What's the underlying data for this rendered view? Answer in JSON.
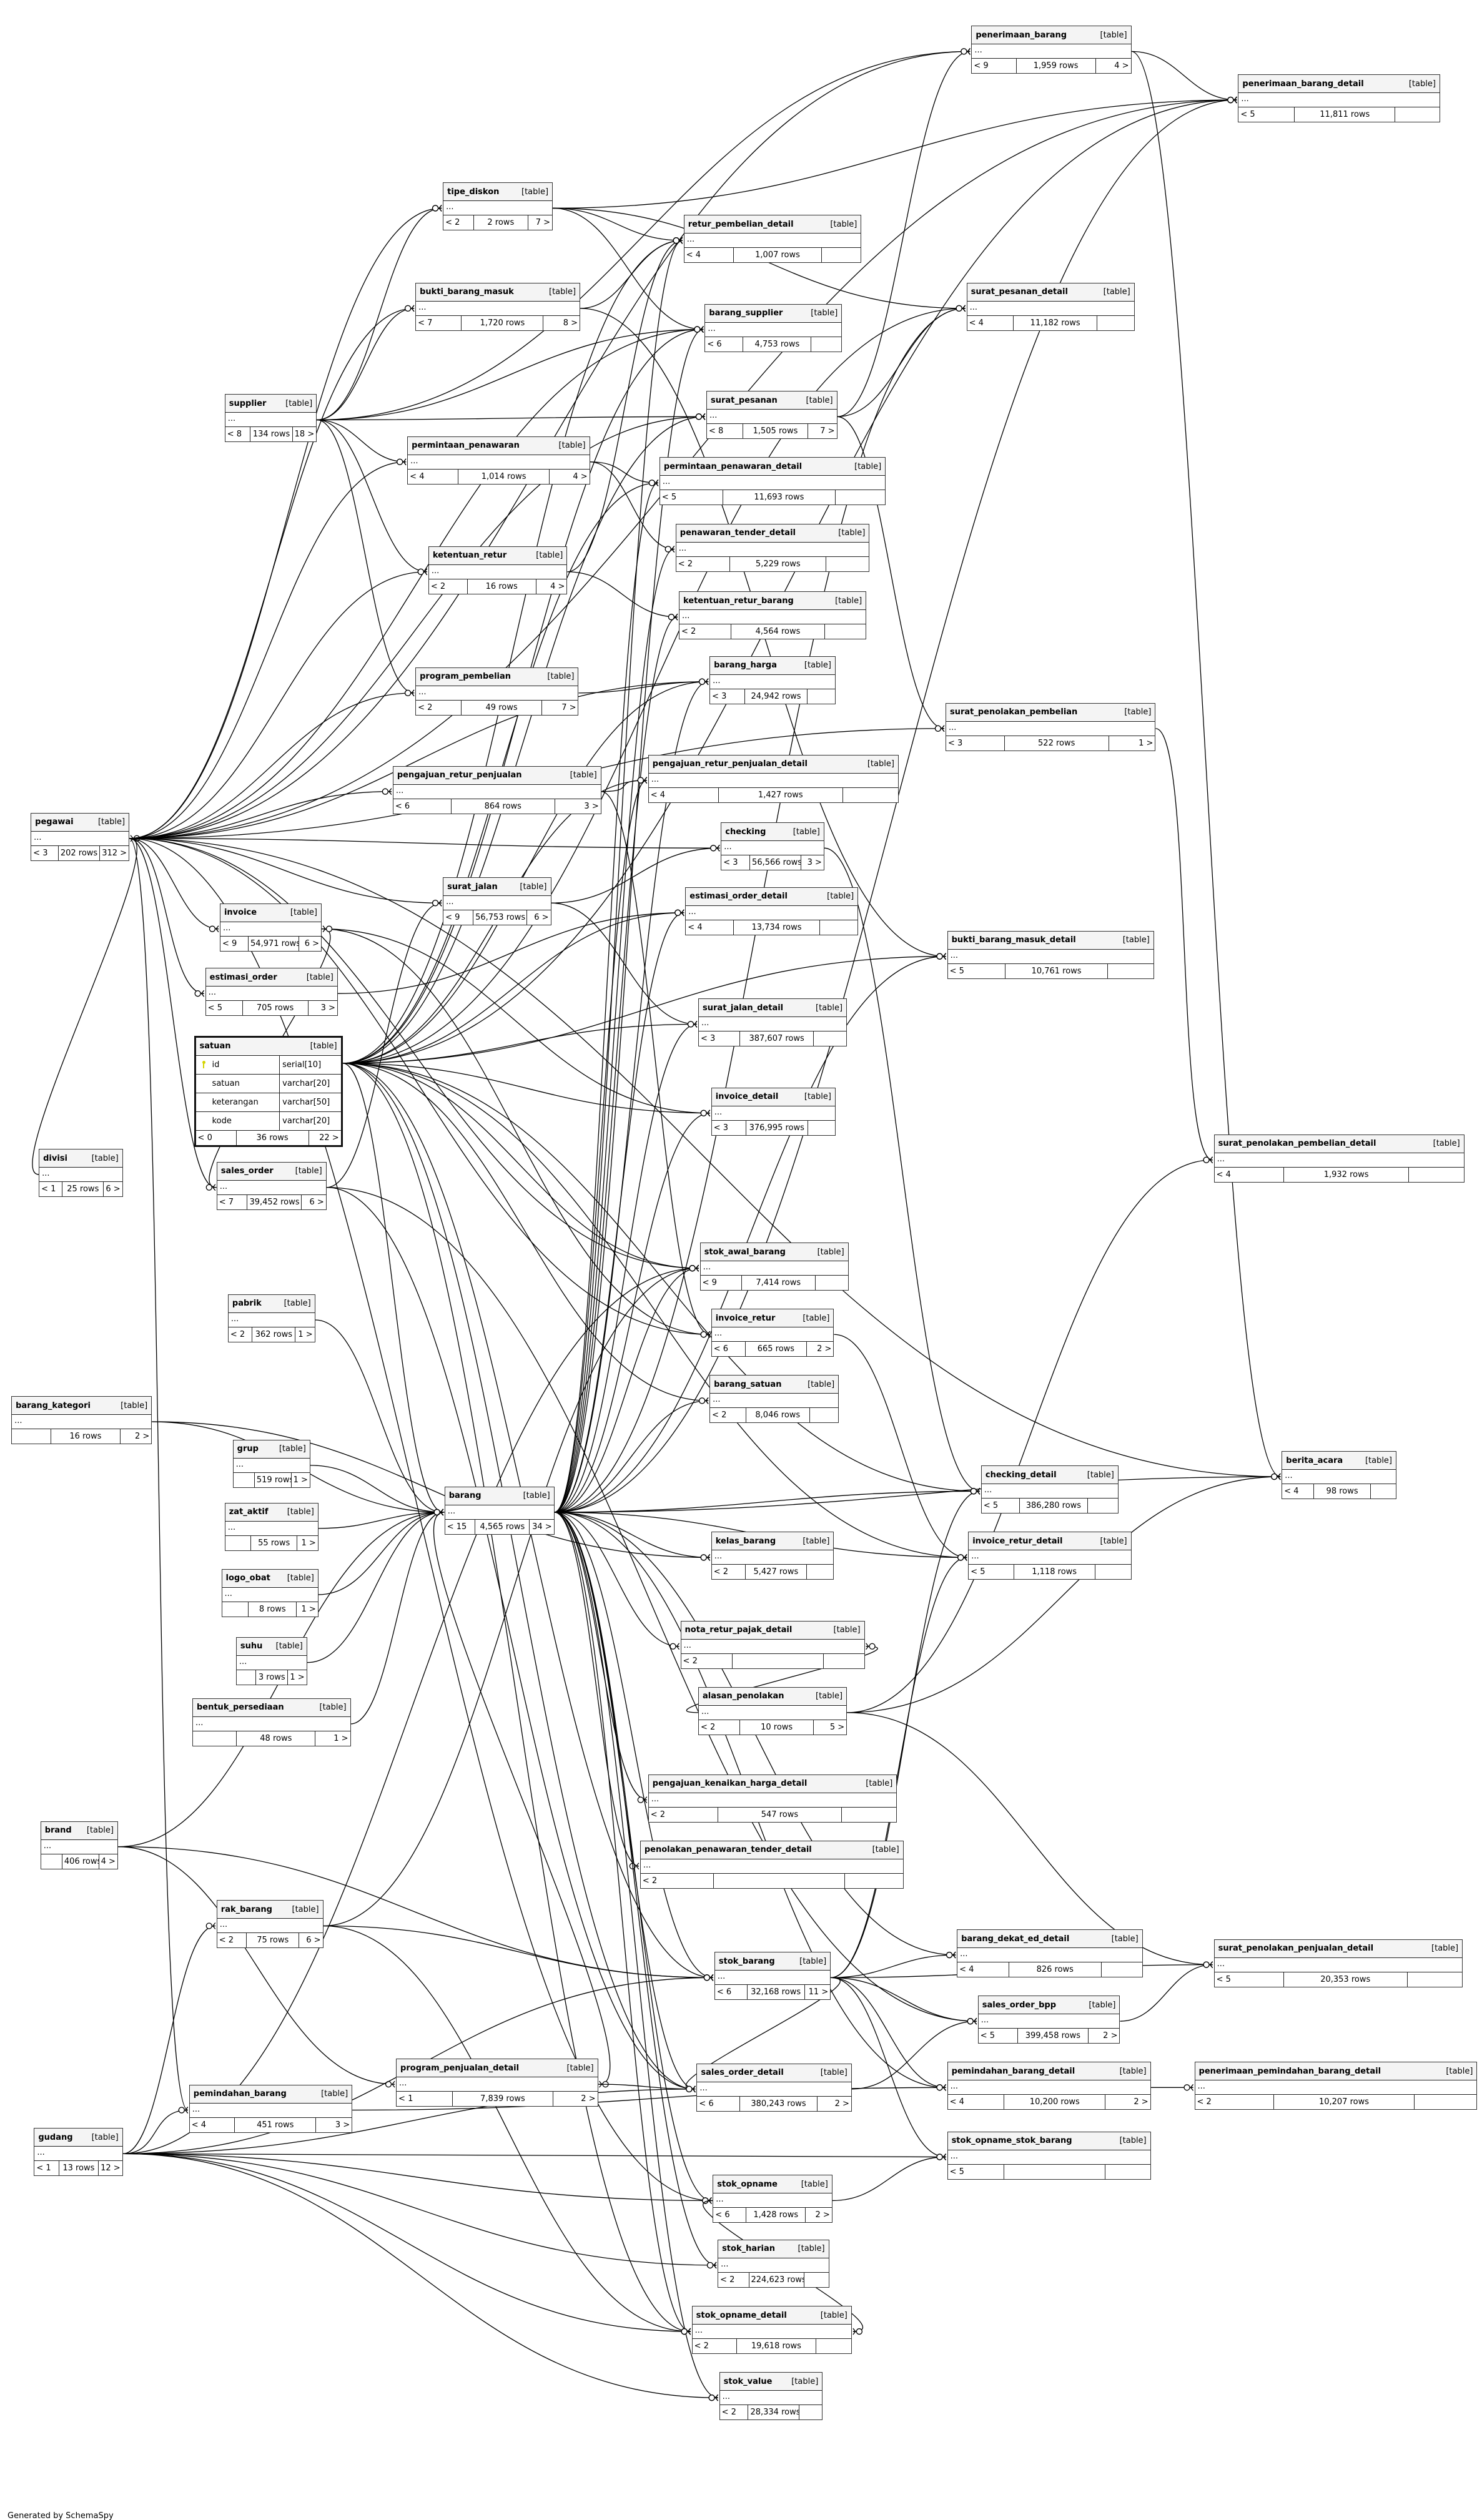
{
  "table_kind": "[table]",
  "ellipsis": "...",
  "tables": [
    {
      "name": "penerimaan_barang",
      "prev": "< 9",
      "rows": "1,959 rows",
      "next": "4 >"
    },
    {
      "name": "penerimaan_barang_detail",
      "prev": "< 5",
      "rows": "11,811 rows",
      "next": ""
    },
    {
      "name": "tipe_diskon",
      "prev": "< 2",
      "rows": "2 rows",
      "next": "7 >"
    },
    {
      "name": "retur_pembelian_detail",
      "prev": "< 4",
      "rows": "1,007 rows",
      "next": ""
    },
    {
      "name": "surat_pesanan_detail",
      "prev": "< 4",
      "rows": "11,182 rows",
      "next": ""
    },
    {
      "name": "bukti_barang_masuk",
      "prev": "< 7",
      "rows": "1,720 rows",
      "next": "8 >"
    },
    {
      "name": "barang_supplier",
      "prev": "< 6",
      "rows": "4,753 rows",
      "next": ""
    },
    {
      "name": "supplier",
      "prev": "< 8",
      "rows": "134 rows",
      "next": "18 >"
    },
    {
      "name": "surat_pesanan",
      "prev": "< 8",
      "rows": "1,505 rows",
      "next": "7 >"
    },
    {
      "name": "permintaan_penawaran",
      "prev": "< 4",
      "rows": "1,014 rows",
      "next": "4 >"
    },
    {
      "name": "permintaan_penawaran_detail",
      "prev": "< 5",
      "rows": "11,693 rows",
      "next": ""
    },
    {
      "name": "ketentuan_retur",
      "prev": "< 2",
      "rows": "16 rows",
      "next": "4 >"
    },
    {
      "name": "penawaran_tender_detail",
      "prev": "< 2",
      "rows": "5,229 rows",
      "next": ""
    },
    {
      "name": "ketentuan_retur_barang",
      "prev": "< 2",
      "rows": "4,564 rows",
      "next": ""
    },
    {
      "name": "program_pembelian",
      "prev": "< 2",
      "rows": "49 rows",
      "next": "7 >"
    },
    {
      "name": "barang_harga",
      "prev": "< 3",
      "rows": "24,942 rows",
      "next": ""
    },
    {
      "name": "surat_penolakan_pembelian",
      "prev": "< 3",
      "rows": "522 rows",
      "next": "1 >"
    },
    {
      "name": "pengajuan_retur_penjualan",
      "prev": "< 6",
      "rows": "864 rows",
      "next": "3 >"
    },
    {
      "name": "pengajuan_retur_penjualan_detail",
      "prev": "< 4",
      "rows": "1,427 rows",
      "next": ""
    },
    {
      "name": "pegawai",
      "prev": "< 3",
      "rows": "202 rows",
      "next": "312 >"
    },
    {
      "name": "checking",
      "prev": "< 3",
      "rows": "56,566 rows",
      "next": "3 >"
    },
    {
      "name": "surat_jalan",
      "prev": "< 9",
      "rows": "56,753 rows",
      "next": "6 >"
    },
    {
      "name": "estimasi_order_detail",
      "prev": "< 4",
      "rows": "13,734 rows",
      "next": ""
    },
    {
      "name": "invoice",
      "prev": "< 9",
      "rows": "54,971 rows",
      "next": "6 >"
    },
    {
      "name": "bukti_barang_masuk_detail",
      "prev": "< 5",
      "rows": "10,761 rows",
      "next": ""
    },
    {
      "name": "estimasi_order",
      "prev": "< 5",
      "rows": "705 rows",
      "next": "3 >"
    },
    {
      "name": "surat_jalan_detail",
      "prev": "< 3",
      "rows": "387,607 rows",
      "next": ""
    },
    {
      "name": "invoice_detail",
      "prev": "< 3",
      "rows": "376,995 rows",
      "next": ""
    },
    {
      "name": "surat_penolakan_pembelian_detail",
      "prev": "< 4",
      "rows": "1,932 rows",
      "next": ""
    },
    {
      "name": "divisi",
      "prev": "< 1",
      "rows": "25 rows",
      "next": "6 >"
    },
    {
      "name": "sales_order",
      "prev": "< 7",
      "rows": "39,452 rows",
      "next": "6 >"
    },
    {
      "name": "stok_awal_barang",
      "prev": "< 9",
      "rows": "7,414 rows",
      "next": ""
    },
    {
      "name": "pabrik",
      "prev": "< 2",
      "rows": "362 rows",
      "next": "1 >"
    },
    {
      "name": "invoice_retur",
      "prev": "< 6",
      "rows": "665 rows",
      "next": "2 >"
    },
    {
      "name": "barang_satuan",
      "prev": "< 2",
      "rows": "8,046 rows",
      "next": ""
    },
    {
      "name": "barang_kategori",
      "prev": "",
      "rows": "16 rows",
      "next": "2 >"
    },
    {
      "name": "grup",
      "prev": "",
      "rows": "519 rows",
      "next": "1 >"
    },
    {
      "name": "berita_acara",
      "prev": "< 4",
      "rows": "98 rows",
      "next": ""
    },
    {
      "name": "checking_detail",
      "prev": "< 5",
      "rows": "386,280 rows",
      "next": ""
    },
    {
      "name": "barang",
      "prev": "< 15",
      "rows": "4,565 rows",
      "next": "34 >"
    },
    {
      "name": "zat_aktif",
      "prev": "",
      "rows": "55 rows",
      "next": "1 >"
    },
    {
      "name": "kelas_barang",
      "prev": "< 2",
      "rows": "5,427 rows",
      "next": ""
    },
    {
      "name": "invoice_retur_detail",
      "prev": "< 5",
      "rows": "1,118 rows",
      "next": ""
    },
    {
      "name": "logo_obat",
      "prev": "",
      "rows": "8 rows",
      "next": "1 >"
    },
    {
      "name": "nota_retur_pajak_detail",
      "prev": "< 2",
      "rows": "",
      "next": ""
    },
    {
      "name": "suhu",
      "prev": "",
      "rows": "3 rows",
      "next": "1 >"
    },
    {
      "name": "bentuk_persediaan",
      "prev": "",
      "rows": "48 rows",
      "next": "1 >"
    },
    {
      "name": "alasan_penolakan",
      "prev": "< 2",
      "rows": "10 rows",
      "next": "5 >"
    },
    {
      "name": "pengajuan_kenaikan_harga_detail",
      "prev": "< 2",
      "rows": "547 rows",
      "next": ""
    },
    {
      "name": "brand",
      "prev": "",
      "rows": "406 rows",
      "next": "4 >"
    },
    {
      "name": "penolakan_penawaran_tender_detail",
      "prev": "< 2",
      "rows": "",
      "next": ""
    },
    {
      "name": "rak_barang",
      "prev": "< 2",
      "rows": "75 rows",
      "next": "6 >"
    },
    {
      "name": "barang_dekat_ed_detail",
      "prev": "< 4",
      "rows": "826 rows",
      "next": ""
    },
    {
      "name": "surat_penolakan_penjualan_detail",
      "prev": "< 5",
      "rows": "20,353 rows",
      "next": ""
    },
    {
      "name": "stok_barang",
      "prev": "< 6",
      "rows": "32,168 rows",
      "next": "11 >"
    },
    {
      "name": "sales_order_bpp",
      "prev": "< 5",
      "rows": "399,458 rows",
      "next": "2 >"
    },
    {
      "name": "program_penjualan_detail",
      "prev": "< 1",
      "rows": "7,839 rows",
      "next": "2 >"
    },
    {
      "name": "sales_order_detail",
      "prev": "< 6",
      "rows": "380,243 rows",
      "next": "2 >"
    },
    {
      "name": "pemindahan_barang_detail",
      "prev": "< 4",
      "rows": "10,200 rows",
      "next": "2 >"
    },
    {
      "name": "penerimaan_pemindahan_barang_detail",
      "prev": "< 2",
      "rows": "10,207 rows",
      "next": ""
    },
    {
      "name": "pemindahan_barang",
      "prev": "< 4",
      "rows": "451 rows",
      "next": "3 >"
    },
    {
      "name": "gudang",
      "prev": "< 1",
      "rows": "13 rows",
      "next": "12 >"
    },
    {
      "name": "stok_opname_stok_barang",
      "prev": "< 5",
      "rows": "",
      "next": ""
    },
    {
      "name": "stok_opname",
      "prev": "< 6",
      "rows": "1,428 rows",
      "next": "2 >"
    },
    {
      "name": "stok_harian",
      "prev": "< 2",
      "rows": "224,623 rows",
      "next": ""
    },
    {
      "name": "stok_opname_detail",
      "prev": "< 2",
      "rows": "19,618 rows",
      "next": ""
    },
    {
      "name": "stok_value",
      "prev": "< 2",
      "rows": "28,334 rows",
      "next": ""
    }
  ],
  "focus_table": {
    "name": "satuan",
    "columns": [
      {
        "name": "id",
        "type": "serial[10]",
        "primary_key": true
      },
      {
        "name": "satuan",
        "type": "varchar[20]",
        "primary_key": false
      },
      {
        "name": "keterangan",
        "type": "varchar[50]",
        "primary_key": false
      },
      {
        "name": "kode",
        "type": "varchar[20]",
        "primary_key": false
      }
    ],
    "prev": "< 0",
    "rows": "36 rows",
    "next": "22 >"
  },
  "relationships": [
    [
      "divisi",
      "pegawai"
    ],
    [
      "pegawai",
      "penerimaan_barang"
    ],
    [
      "pegawai",
      "penerimaan_barang_detail"
    ],
    [
      "pegawai",
      "bukti_barang_masuk"
    ],
    [
      "pegawai",
      "surat_pesanan"
    ],
    [
      "pegawai",
      "permintaan_penawaran"
    ],
    [
      "pegawai",
      "ketentuan_retur"
    ],
    [
      "pegawai",
      "program_pembelian"
    ],
    [
      "pegawai",
      "pengajuan_retur_penjualan"
    ],
    [
      "pegawai",
      "surat_jalan"
    ],
    [
      "pegawai",
      "invoice"
    ],
    [
      "pegawai",
      "estimasi_order"
    ],
    [
      "pegawai",
      "sales_order"
    ],
    [
      "pegawai",
      "stok_awal_barang"
    ],
    [
      "pegawai",
      "invoice_retur"
    ],
    [
      "pegawai",
      "checking"
    ],
    [
      "pegawai",
      "surat_penolakan_pembelian"
    ],
    [
      "pegawai",
      "pemindahan_barang"
    ],
    [
      "pegawai",
      "stok_opname"
    ],
    [
      "pegawai",
      "barang_harga"
    ],
    [
      "pegawai",
      "tipe_diskon"
    ],
    [
      "pegawai",
      "barang_supplier"
    ],
    [
      "pegawai",
      "berita_acara"
    ],
    [
      "supplier",
      "penerimaan_barang"
    ],
    [
      "supplier",
      "bukti_barang_masuk"
    ],
    [
      "supplier",
      "permintaan_penawaran"
    ],
    [
      "supplier",
      "surat_pesanan"
    ],
    [
      "supplier",
      "barang_supplier"
    ],
    [
      "supplier",
      "ketentuan_retur"
    ],
    [
      "supplier",
      "program_pembelian"
    ],
    [
      "supplier",
      "tipe_diskon"
    ],
    [
      "tipe_diskon",
      "retur_pembelian_detail"
    ],
    [
      "tipe_diskon",
      "barang_supplier"
    ],
    [
      "tipe_diskon",
      "penerimaan_barang_detail"
    ],
    [
      "tipe_diskon",
      "surat_pesanan_detail"
    ],
    [
      "bukti_barang_masuk",
      "bukti_barang_masuk_detail"
    ],
    [
      "bukti_barang_masuk",
      "retur_pembelian_detail"
    ],
    [
      "surat_pesanan",
      "surat_pesanan_detail"
    ],
    [
      "surat_pesanan",
      "penerimaan_barang"
    ],
    [
      "surat_pesanan",
      "surat_penolakan_pembelian"
    ],
    [
      "penerimaan_barang",
      "penerimaan_barang_detail"
    ],
    [
      "penerimaan_barang",
      "berita_acara"
    ],
    [
      "permintaan_penawaran",
      "permintaan_penawaran_detail"
    ],
    [
      "permintaan_penawaran",
      "penawaran_tender_detail"
    ],
    [
      "ketentuan_retur",
      "ketentuan_retur_barang"
    ],
    [
      "ketentuan_retur",
      "retur_pembelian_detail"
    ],
    [
      "program_pembelian",
      "barang_harga"
    ],
    [
      "pengajuan_retur_penjualan",
      "pengajuan_retur_penjualan_detail"
    ],
    [
      "pengajuan_retur_penjualan",
      "invoice_retur"
    ],
    [
      "surat_penolakan_pembelian",
      "surat_penolakan_pembelian_detail"
    ],
    [
      "checking",
      "checking_detail"
    ],
    [
      "surat_jalan",
      "surat_jalan_detail"
    ],
    [
      "surat_jalan",
      "checking"
    ],
    [
      "invoice",
      "invoice_detail"
    ],
    [
      "invoice",
      "invoice_retur"
    ],
    [
      "estimasi_order",
      "estimasi_order_detail"
    ],
    [
      "sales_order",
      "sales_order_detail"
    ],
    [
      "sales_order",
      "surat_jalan"
    ],
    [
      "sales_order",
      "invoice"
    ],
    [
      "sales_order",
      "sales_order_bpp"
    ],
    [
      "invoice_retur",
      "invoice_retur_detail"
    ],
    [
      "alasan_penolakan",
      "surat_penolakan_pembelian_detail"
    ],
    [
      "alasan_penolakan",
      "surat_penolakan_penjualan_detail"
    ],
    [
      "alasan_penolakan",
      "berita_acara"
    ],
    [
      "alasan_penolakan",
      "nota_retur_pajak_detail"
    ],
    [
      "satuan",
      "barang"
    ],
    [
      "satuan",
      "barang_satuan"
    ],
    [
      "satuan",
      "penerimaan_barang_detail"
    ],
    [
      "satuan",
      "surat_pesanan_detail"
    ],
    [
      "satuan",
      "permintaan_penawaran_detail"
    ],
    [
      "satuan",
      "retur_pembelian_detail"
    ],
    [
      "satuan",
      "pengajuan_retur_penjualan_detail"
    ],
    [
      "satuan",
      "estimasi_order_detail"
    ],
    [
      "satuan",
      "surat_jalan_detail"
    ],
    [
      "satuan",
      "invoice_detail"
    ],
    [
      "satuan",
      "stok_awal_barang"
    ],
    [
      "satuan",
      "invoice_retur_detail"
    ],
    [
      "satuan",
      "checking_detail"
    ],
    [
      "satuan",
      "sales_order_detail"
    ],
    [
      "satuan",
      "bukti_barang_masuk_detail"
    ],
    [
      "satuan",
      "barang_harga"
    ],
    [
      "satuan",
      "barang_supplier"
    ],
    [
      "satuan",
      "surat_pesanan"
    ],
    [
      "satuan",
      "stok_barang"
    ],
    [
      "satuan",
      "stok_opname_detail"
    ],
    [
      "pabrik",
      "barang"
    ],
    [
      "barang_kategori",
      "barang"
    ],
    [
      "barang_kategori",
      "kelas_barang"
    ],
    [
      "grup",
      "barang"
    ],
    [
      "zat_aktif",
      "barang"
    ],
    [
      "logo_obat",
      "barang"
    ],
    [
      "suhu",
      "barang"
    ],
    [
      "bentuk_persediaan",
      "barang"
    ],
    [
      "brand",
      "barang"
    ],
    [
      "brand",
      "program_penjualan_detail"
    ],
    [
      "brand",
      "stok_barang"
    ],
    [
      "rak_barang",
      "stok_barang"
    ],
    [
      "rak_barang",
      "stok_awal_barang"
    ],
    [
      "rak_barang",
      "stok_opname_detail"
    ],
    [
      "barang",
      "barang_supplier"
    ],
    [
      "barang",
      "barang_harga"
    ],
    [
      "barang",
      "barang_satuan"
    ],
    [
      "barang",
      "kelas_barang"
    ],
    [
      "barang",
      "stok_barang"
    ],
    [
      "barang",
      "sales_order_detail"
    ],
    [
      "barang",
      "stok_awal_barang"
    ],
    [
      "barang",
      "invoice_detail"
    ],
    [
      "barang",
      "surat_jalan_detail"
    ],
    [
      "barang",
      "checking_detail"
    ],
    [
      "barang",
      "invoice_retur_detail"
    ],
    [
      "barang",
      "nota_retur_pajak_detail"
    ],
    [
      "barang",
      "pengajuan_kenaikan_harga_detail"
    ],
    [
      "barang",
      "penolakan_penawaran_tender_detail"
    ],
    [
      "barang",
      "stok_opname"
    ],
    [
      "barang",
      "stok_harian"
    ],
    [
      "barang",
      "stok_opname_detail"
    ],
    [
      "barang",
      "stok_value"
    ],
    [
      "barang",
      "program_penjualan_detail"
    ],
    [
      "barang",
      "pemindahan_barang_detail"
    ],
    [
      "barang",
      "barang_dekat_ed_detail"
    ],
    [
      "barang",
      "berita_acara"
    ],
    [
      "barang",
      "penerimaan_barang_detail"
    ],
    [
      "barang",
      "bukti_barang_masuk_detail"
    ],
    [
      "barang",
      "surat_pesanan_detail"
    ],
    [
      "barang",
      "permintaan_penawaran_detail"
    ],
    [
      "barang",
      "ketentuan_retur_barang"
    ],
    [
      "barang",
      "penawaran_tender_detail"
    ],
    [
      "barang",
      "retur_pembelian_detail"
    ],
    [
      "barang",
      "estimasi_order_detail"
    ],
    [
      "barang",
      "pengajuan_retur_penjualan_detail"
    ],
    [
      "stok_barang",
      "sales_order_bpp"
    ],
    [
      "stok_barang",
      "barang_dekat_ed_detail"
    ],
    [
      "stok_barang",
      "pemindahan_barang_detail"
    ],
    [
      "stok_barang",
      "stok_opname_stok_barang"
    ],
    [
      "stok_barang",
      "checking_detail"
    ],
    [
      "stok_barang",
      "invoice_retur_detail"
    ],
    [
      "stok_barang",
      "surat_penolakan_penjualan_detail"
    ],
    [
      "stok_barang",
      "sales_order_detail"
    ],
    [
      "gudang",
      "stok_barang"
    ],
    [
      "gudang",
      "pemindahan_barang"
    ],
    [
      "gudang",
      "stok_opname"
    ],
    [
      "gudang",
      "stok_harian"
    ],
    [
      "gudang",
      "stok_value"
    ],
    [
      "gudang",
      "stok_opname_detail"
    ],
    [
      "gudang",
      "stok_awal_barang"
    ],
    [
      "gudang",
      "sales_order_detail"
    ],
    [
      "gudang",
      "stok_opname_stok_barang"
    ],
    [
      "gudang",
      "rak_barang"
    ],
    [
      "pemindahan_barang",
      "pemindahan_barang_detail"
    ],
    [
      "pemindahan_barang_detail",
      "penerimaan_pemindahan_barang_detail"
    ],
    [
      "stok_opname",
      "stok_opname_stok_barang"
    ],
    [
      "stok_opname",
      "stok_opname_detail"
    ],
    [
      "sales_order_detail",
      "sales_order_bpp"
    ],
    [
      "program_penjualan_detail",
      "sales_order_detail"
    ],
    [
      "sales_order_bpp",
      "surat_penolakan_penjualan_detail"
    ]
  ],
  "footer": "Generated by SchemaSpy"
}
